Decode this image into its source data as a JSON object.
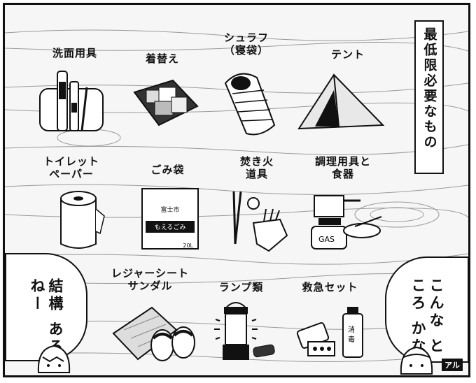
{
  "title": "最低限必要なもの",
  "items": [
    {
      "label": "洗面用具",
      "icon": "toiletries-icon"
    },
    {
      "label": "着替え",
      "icon": "clothes-icon"
    },
    {
      "label": "シュラフ\n（寝袋）",
      "icon": "sleeping-bag-icon"
    },
    {
      "label": "テント",
      "icon": "tent-icon"
    },
    {
      "label": "トイレット\nペーパー",
      "icon": "toilet-paper-icon"
    },
    {
      "label": "ごみ袋",
      "icon": "garbage-bag-icon",
      "bag_text": "富士市",
      "bag_band": "もえるごみ",
      "bag_size": "20L"
    },
    {
      "label": "焚き火\n道具",
      "icon": "bonfire-tools-icon"
    },
    {
      "label": "調理用具と\n食器",
      "icon": "cookware-icon",
      "gas_text": "GAS"
    },
    {
      "label": "レジャーシート\nサンダル",
      "icon": "sheet-sandals-icon"
    },
    {
      "label": "ランプ類",
      "icon": "lamp-icon"
    },
    {
      "label": "救急セット",
      "icon": "first-aid-icon",
      "bottle_text": "消毒"
    }
  ],
  "bubble_left": "結構\nあるねー",
  "bubble_right": "こんな\nところ\nかな",
  "corner_mark": "アル"
}
